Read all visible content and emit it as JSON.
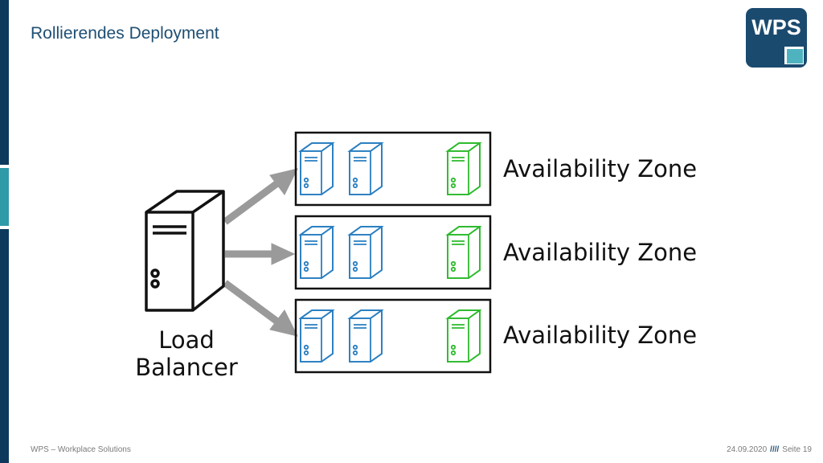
{
  "slide": {
    "title": "Rollierendes Deployment",
    "logo_text": "WPS",
    "footer_left": "WPS – Workplace Solutions",
    "footer_date": "24.09.2020",
    "footer_slashes": "////",
    "footer_page": "Seite 19"
  },
  "diagram": {
    "load_balancer_line1": "Load",
    "load_balancer_line2": "Balancer",
    "zones": [
      {
        "label": "Availability Zone",
        "servers": [
          "blue",
          "blue",
          "green"
        ]
      },
      {
        "label": "Availability Zone",
        "servers": [
          "blue",
          "blue",
          "green"
        ]
      },
      {
        "label": "Availability Zone",
        "servers": [
          "blue",
          "blue",
          "green"
        ]
      }
    ]
  },
  "colors": {
    "brand_dark": "#0d3a5c",
    "brand_accent": "#2f9aa8",
    "server_blue": "#2a7fc1",
    "server_green": "#2dbb2d",
    "arrow_gray": "#9a9a9a"
  }
}
